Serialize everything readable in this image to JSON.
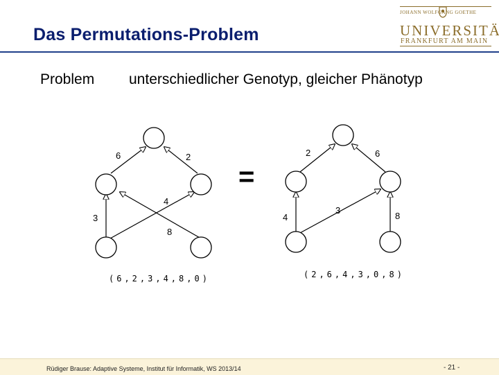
{
  "slide": {
    "title": "Das Permutations-Problem",
    "label": "Problem",
    "statement": "unterschiedlicher Genotyp, gleicher Phänotyp",
    "footer": "Rüdiger Brause: Adaptive Systeme, Institut für Informatik, WS 2013/14",
    "page_number": "- 21 -"
  },
  "logo": {
    "top_line": "JOHANN WOLFGANG GOETHE",
    "name": "UNIVERSITÄT",
    "city": "FRANKFURT AM MAIN",
    "color": "#8b6d2a"
  },
  "diagram": {
    "equals": "=",
    "left": {
      "weights": {
        "top_left": "6",
        "top_right": "2",
        "cross_a": "4",
        "left_vertical": "3",
        "cross_b": "8"
      },
      "sequence": "(6,2,3,4,8,0)"
    },
    "right": {
      "weights": {
        "top_left": "2",
        "top_right": "6",
        "left_vertical": "4",
        "cross": "3",
        "right_vertical": "8"
      },
      "sequence": "(2,6,4,3,0,8)"
    }
  },
  "colors": {
    "title": "#0a1e6e",
    "rule": "#1f3f8a",
    "footer_bg": "#fbf3da"
  }
}
